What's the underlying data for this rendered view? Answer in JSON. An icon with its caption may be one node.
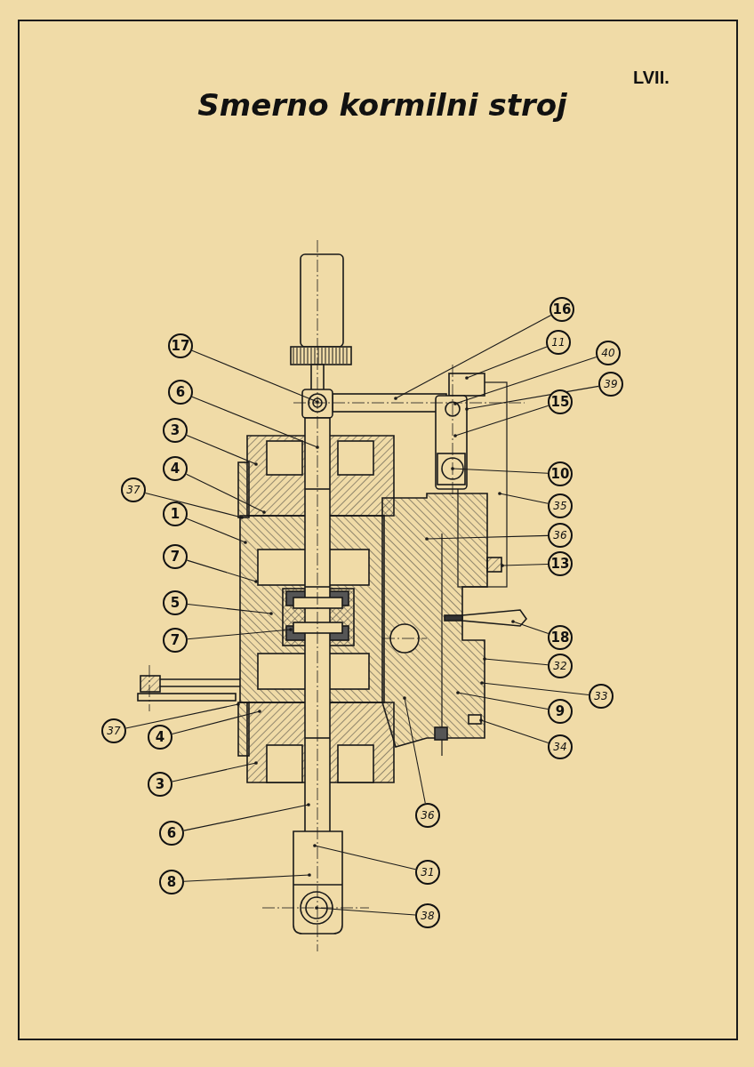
{
  "diagram": {
    "title": "Smerno kormilni stroj",
    "nodes": [
      {
        "text": [
          "17"
        ]
      },
      {
        "text": [
          "6"
        ]
      },
      {
        "text": [
          "3"
        ]
      },
      {
        "text": [
          "4"
        ]
      },
      {
        "text": [
          "37"
        ]
      },
      {
        "text": [
          "1"
        ]
      },
      {
        "text": [
          "7"
        ]
      },
      {
        "text": [
          "5"
        ]
      },
      {
        "text": [
          "7"
        ]
      },
      {
        "text": [
          "37"
        ]
      },
      {
        "text": [
          "4"
        ]
      },
      {
        "text": [
          "3"
        ]
      },
      {
        "text": [
          "6"
        ]
      },
      {
        "text": [
          "8"
        ]
      },
      {
        "text": [
          "16"
        ]
      },
      {
        "text": [
          "11"
        ]
      },
      {
        "text": [
          "40"
        ]
      },
      {
        "text": [
          "39"
        ]
      },
      {
        "text": [
          "15"
        ]
      },
      {
        "text": [
          "10"
        ]
      },
      {
        "text": [
          "35"
        ]
      },
      {
        "text": [
          "36"
        ]
      },
      {
        "text": [
          "13"
        ]
      },
      {
        "text": [
          "18"
        ]
      },
      {
        "text": [
          "32"
        ]
      },
      {
        "text": [
          "33"
        ]
      },
      {
        "text": [
          "9"
        ]
      },
      {
        "text": [
          "34"
        ]
      },
      {
        "text": [
          "36"
        ]
      },
      {
        "text": [
          "31"
        ]
      },
      {
        "text": [
          "38"
        ]
      }
    ],
    "edges": [
      {
        "from": 0,
        "to": null,
        "arrow": "other"
      },
      {
        "from": 1,
        "to": null,
        "arrow": "other"
      },
      {
        "from": 2,
        "to": null,
        "arrow": "other"
      },
      {
        "from": 3,
        "to": null,
        "arrow": "other"
      },
      {
        "from": 4,
        "to": null,
        "arrow": "other"
      },
      {
        "from": 5,
        "to": null,
        "arrow": "other"
      },
      {
        "from": 6,
        "to": null,
        "arrow": "other"
      },
      {
        "from": 7,
        "to": null,
        "arrow": "other"
      },
      {
        "from": 8,
        "to": null,
        "arrow": "other"
      },
      {
        "from": 9,
        "to": null,
        "arrow": "other"
      },
      {
        "from": 10,
        "to": null,
        "arrow": "other"
      },
      {
        "from": 11,
        "to": null,
        "arrow": "other"
      },
      {
        "from": 12,
        "to": null,
        "arrow": "other"
      },
      {
        "from": 13,
        "to": null,
        "arrow": "other"
      },
      {
        "from": 14,
        "to": null,
        "arrow": "other"
      },
      {
        "from": 15,
        "to": null,
        "arrow": "other"
      },
      {
        "from": 16,
        "to": null,
        "arrow": "other"
      },
      {
        "from": 17,
        "to": null,
        "arrow": "other"
      },
      {
        "from": 18,
        "to": null,
        "arrow": "other"
      },
      {
        "from": 19,
        "to": null,
        "arrow": "other"
      },
      {
        "from": 20,
        "to": null,
        "arrow": "other"
      },
      {
        "from": 21,
        "to": null,
        "arrow": "other"
      },
      {
        "from": 22,
        "to": null,
        "arrow": "other"
      },
      {
        "from": 23,
        "to": null,
        "arrow": "other"
      },
      {
        "from": 24,
        "to": null,
        "arrow": "other"
      },
      {
        "from": 25,
        "to": null,
        "arrow": "other"
      },
      {
        "from": 26,
        "to": null,
        "arrow": "other"
      },
      {
        "from": 27,
        "to": null,
        "arrow": "other"
      },
      {
        "from": 28,
        "to": null,
        "arrow": "other"
      },
      {
        "from": 29,
        "to": null,
        "arrow": "other"
      },
      {
        "from": 30,
        "to": null,
        "arrow": "other"
      }
    ],
    "labels": [
      "LVII."
    ]
  }
}
